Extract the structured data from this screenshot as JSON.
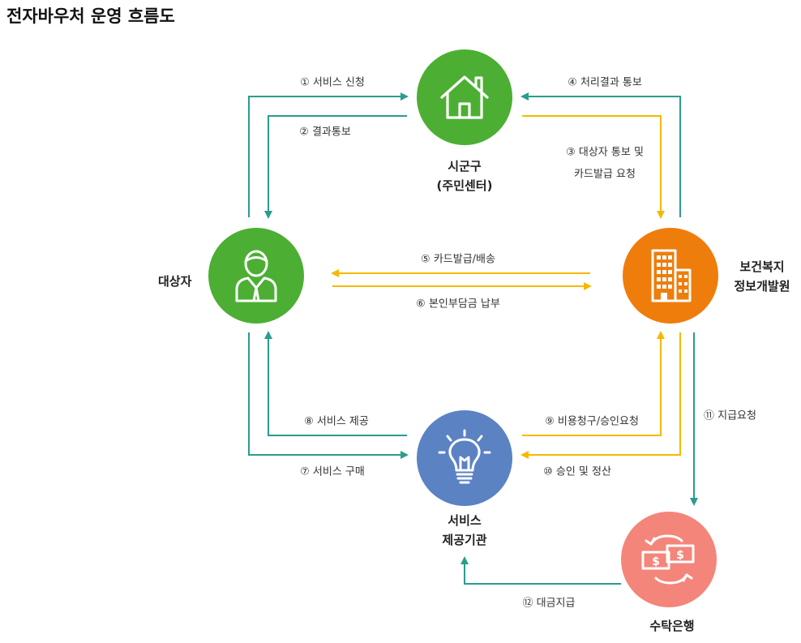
{
  "title": "전자바우처 운영 흐름도",
  "colors": {
    "green": "#4caf33",
    "orange": "#ef7d0b",
    "blue": "#5b82c3",
    "salmon": "#f4857a",
    "teal_arrow": "#2a9d8f",
    "yellow_arrow": "#f5b800"
  },
  "nodes": {
    "city": {
      "line1": "시군구",
      "line2": "(주민센터)",
      "icon": "house-icon"
    },
    "recipient": {
      "line1": "대상자",
      "icon": "person-icon"
    },
    "ssis": {
      "line1": "보건복지",
      "line2": "정보개발원",
      "icon": "building-icon"
    },
    "provider": {
      "line1": "서비스",
      "line2": "제공기관",
      "icon": "lightbulb-icon"
    },
    "bank": {
      "line1": "수탁은행",
      "icon": "money-exchange-icon"
    }
  },
  "steps": {
    "s1": "① 서비스 신청",
    "s2": "② 결과통보",
    "s3a": "③ 대상자 통보 및",
    "s3b": "카드발급 요청",
    "s4": "④ 처리결과 통보",
    "s5": "⑤ 카드발급/배송",
    "s6": "⑥ 본인부담금 납부",
    "s7": "⑦ 서비스 구매",
    "s8": "⑧ 서비스 제공",
    "s9": "⑨ 비용청구/승인요청",
    "s10": "⑩ 승인 및 정산",
    "s11": "⑪ 지급요청",
    "s12": "⑫ 대금지급"
  }
}
